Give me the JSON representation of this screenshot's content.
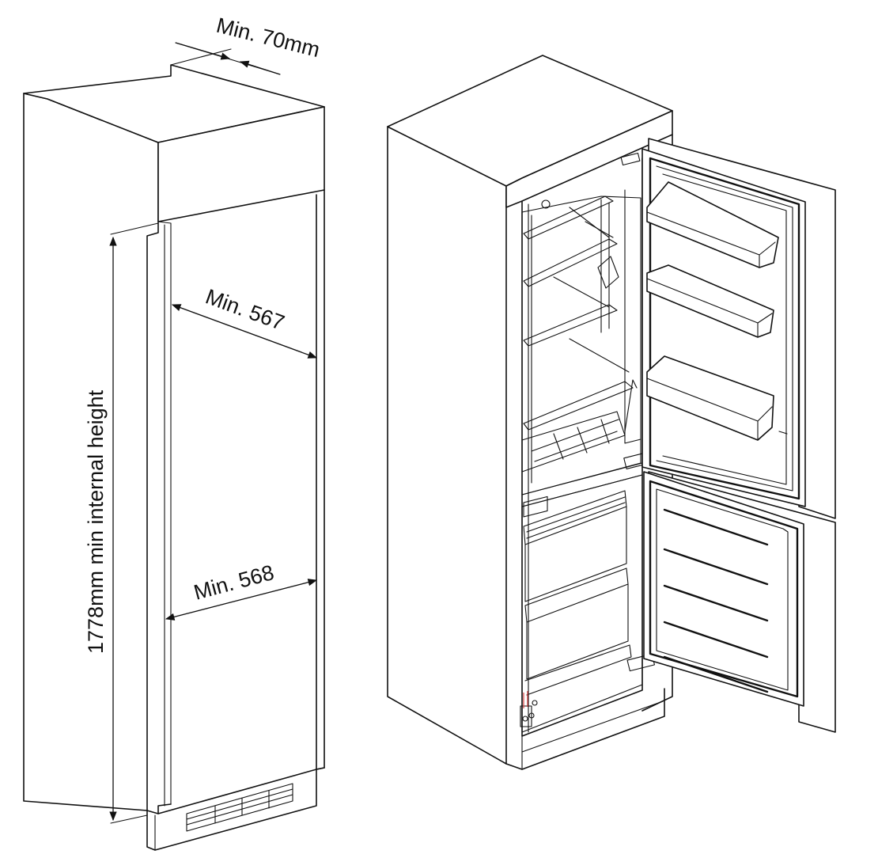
{
  "dimensions": {
    "top_clearance": "Min. 70mm",
    "upper_width": "Min. 567",
    "lower_width": "Min. 568",
    "internal_height": "1778mm min internal height"
  },
  "colors": {
    "line": "#111111",
    "background": "#ffffff",
    "hinge_accent": "#d23c3c"
  }
}
